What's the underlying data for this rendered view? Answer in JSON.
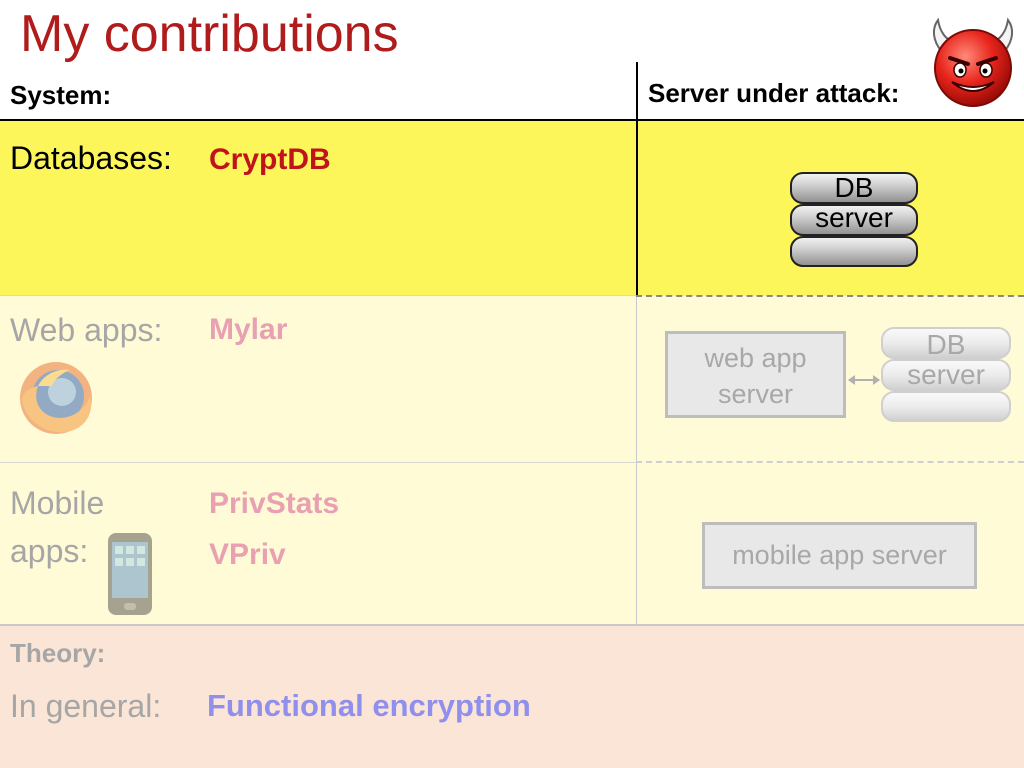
{
  "slide": {
    "title": "My contributions"
  },
  "header": {
    "system_label": "System:",
    "server_label": "Server under attack:"
  },
  "rows": [
    {
      "label": "Databases:",
      "systems": [
        "CryptDB"
      ],
      "server_text": [
        "DB",
        "server"
      ]
    },
    {
      "label": "Web apps:",
      "systems": [
        "Mylar"
      ],
      "web_server": "web app server",
      "server_text": [
        "DB",
        "server"
      ]
    },
    {
      "label": "Mobile apps:",
      "systems": [
        "PrivStats",
        "VPriv"
      ],
      "mobile_server": "mobile app server"
    }
  ],
  "theory": {
    "heading": "Theory:",
    "label": "In general:",
    "system": "Functional encryption"
  },
  "colors": {
    "title": "#b01c1c",
    "db_band": "#fcf65a",
    "faded_band": "#fffbd6",
    "theory_band": "#fae5d7",
    "active_system": "#c0141c",
    "faded_system": "#e8a0b2",
    "theory_system": "#9090ec"
  },
  "icons": [
    "devil-icon",
    "firefox-icon",
    "phone-icon",
    "database-icon"
  ]
}
